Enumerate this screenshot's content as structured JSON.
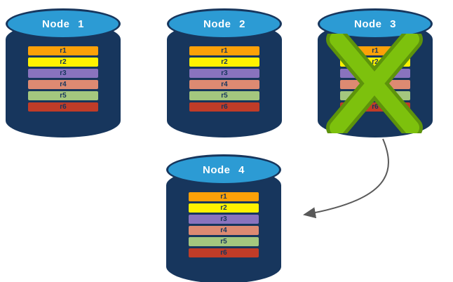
{
  "colors": {
    "canvas_bg": "#ffffff",
    "cylinder_body": "#17365d",
    "cylinder_top": "#2c9bd4",
    "node_label": "#ffffff",
    "row_label": "#17365d",
    "x_mark": "#7dc10d",
    "x_mark_outline": "#5d930b",
    "arrow": "#595959"
  },
  "icons": {
    "failure_x": "green-x-mark",
    "failover_arrow": "curved-arrow"
  },
  "nodes": [
    {
      "label": "Node 1",
      "failed": false,
      "rows": [
        {
          "label": "r1",
          "color": "#fca108"
        },
        {
          "label": "r2",
          "color": "#fff200"
        },
        {
          "label": "r3",
          "color": "#8973be"
        },
        {
          "label": "r4",
          "color": "#dd8a72"
        },
        {
          "label": "r5",
          "color": "#a4c77e"
        },
        {
          "label": "r6",
          "color": "#c03c28"
        }
      ]
    },
    {
      "label": "Node 2",
      "failed": false,
      "rows": [
        {
          "label": "r1",
          "color": "#fca108"
        },
        {
          "label": "r2",
          "color": "#fff200"
        },
        {
          "label": "r3",
          "color": "#8973be"
        },
        {
          "label": "r4",
          "color": "#dd8a72"
        },
        {
          "label": "r5",
          "color": "#a4c77e"
        },
        {
          "label": "r6",
          "color": "#c03c28"
        }
      ]
    },
    {
      "label": "Node 3",
      "failed": true,
      "rows": [
        {
          "label": "r1",
          "color": "#fca108"
        },
        {
          "label": "r2",
          "color": "#fff200"
        },
        {
          "label": "r3",
          "color": "#8973be"
        },
        {
          "label": "r4",
          "color": "#dd8a72"
        },
        {
          "label": "r5",
          "color": "#a4c77e"
        },
        {
          "label": "r6",
          "color": "#c03c28"
        }
      ]
    },
    {
      "label": "Node 4",
      "failed": false,
      "rows": [
        {
          "label": "r1",
          "color": "#fca108"
        },
        {
          "label": "r2",
          "color": "#fff200"
        },
        {
          "label": "r3",
          "color": "#8973be"
        },
        {
          "label": "r4",
          "color": "#dd8a72"
        },
        {
          "label": "r5",
          "color": "#a4c77e"
        },
        {
          "label": "r6",
          "color": "#c03c28"
        }
      ]
    }
  ]
}
